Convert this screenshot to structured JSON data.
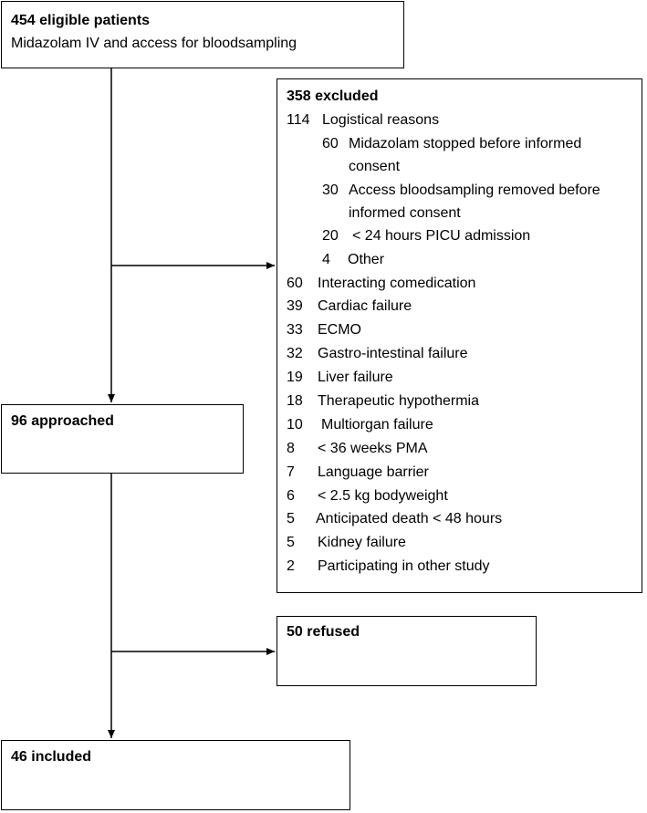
{
  "eligible": {
    "title": "454 eligible patients",
    "subtitle": "Midazolam IV and access for bloodsampling"
  },
  "excluded": {
    "title": "358 excluded",
    "items": [
      {
        "n": "114",
        "label": "Logistical reasons"
      },
      {
        "n": "60",
        "label": "Midazolam stopped before informed",
        "cont": "consent"
      },
      {
        "n": "30",
        "label": "Access bloodsampling removed before",
        "cont": "informed consent"
      },
      {
        "n": "20",
        "label": "< 24 hours PICU admission"
      },
      {
        "n": "4",
        "label": "Other"
      },
      {
        "n": "60",
        "label": "Interacting comedication"
      },
      {
        "n": "39",
        "label": "Cardiac failure"
      },
      {
        "n": "33",
        "label": "ECMO"
      },
      {
        "n": "32",
        "label": "Gastro-intestinal failure"
      },
      {
        "n": "19",
        "label": "Liver failure"
      },
      {
        "n": "18",
        "label": "Therapeutic hypothermia"
      },
      {
        "n": "10",
        "label": "Multiorgan failure"
      },
      {
        "n": "8",
        "label": "< 36 weeks PMA"
      },
      {
        "n": "7",
        "label": "Language barrier"
      },
      {
        "n": "6",
        "label": "< 2.5 kg bodyweight"
      },
      {
        "n": "5",
        "label": "Anticipated death < 48 hours"
      },
      {
        "n": "5",
        "label": "Kidney failure"
      },
      {
        "n": "2",
        "label": "Participating in other study"
      }
    ]
  },
  "approached": {
    "title": "96 approached"
  },
  "refused": {
    "title": "50 refused"
  },
  "included": {
    "title": "46 included"
  }
}
